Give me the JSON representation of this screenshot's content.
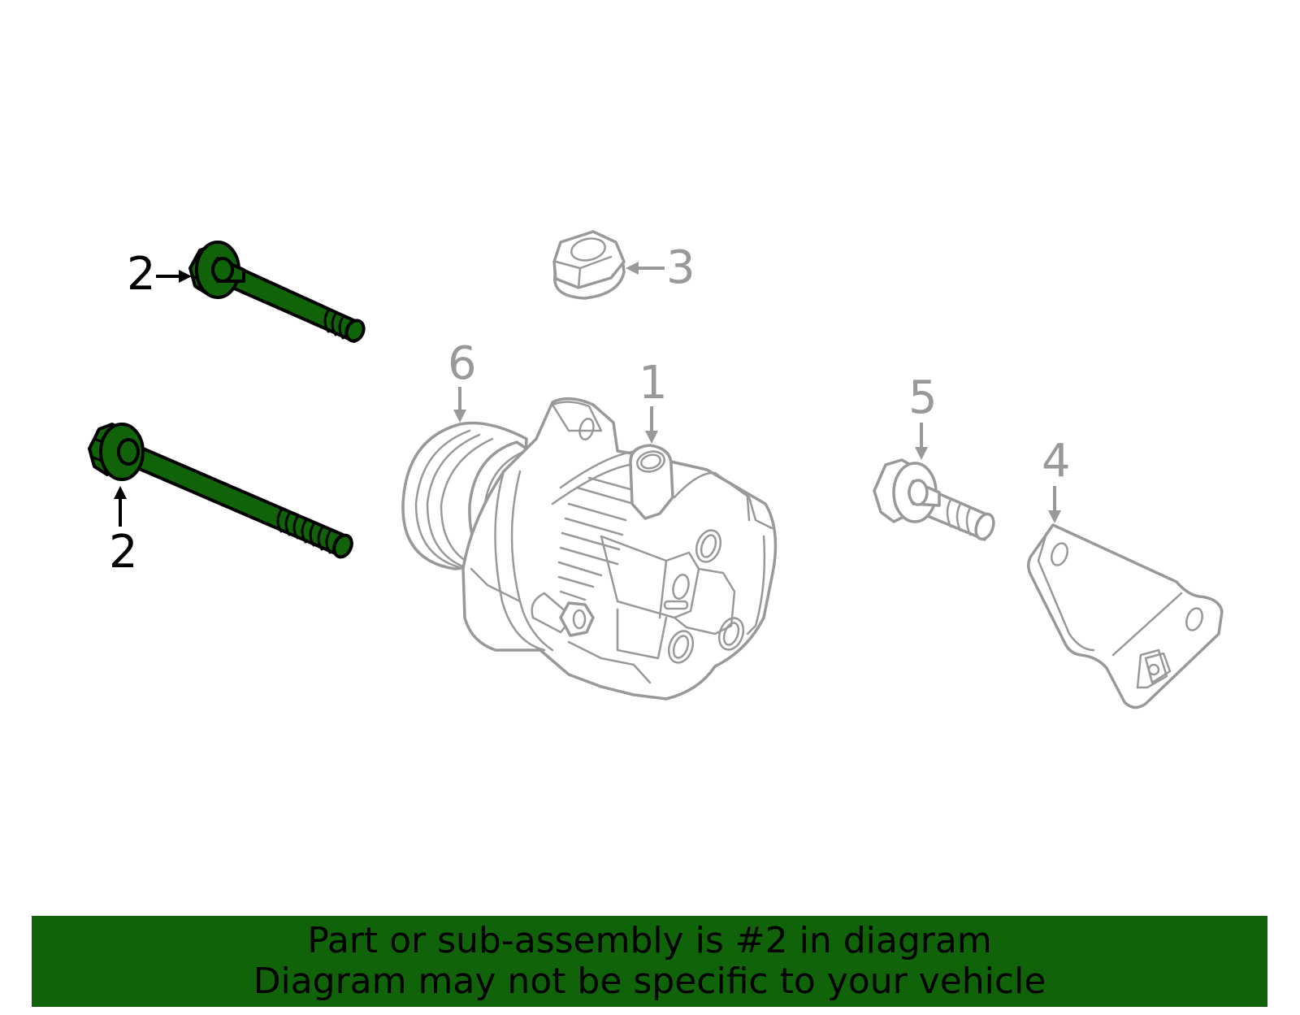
{
  "diagram": {
    "highlight_color": "#106308",
    "muted_color": "#999999",
    "callouts": [
      {
        "id": "1",
        "label": "1",
        "part": "compressor",
        "highlighted": false
      },
      {
        "id": "2a",
        "label": "2",
        "part": "bolt-short",
        "highlighted": true
      },
      {
        "id": "2b",
        "label": "2",
        "part": "bolt-long",
        "highlighted": true
      },
      {
        "id": "3",
        "label": "3",
        "part": "flange-nut",
        "highlighted": false
      },
      {
        "id": "4",
        "label": "4",
        "part": "bracket",
        "highlighted": false
      },
      {
        "id": "5",
        "label": "5",
        "part": "flange-bolt",
        "highlighted": false
      },
      {
        "id": "6",
        "label": "6",
        "part": "pulley-clutch",
        "highlighted": false
      }
    ]
  },
  "banner": {
    "line1": "Part or sub-assembly is #2 in diagram",
    "line2": "Diagram may not be specific to your vehicle",
    "background": "#106308"
  }
}
